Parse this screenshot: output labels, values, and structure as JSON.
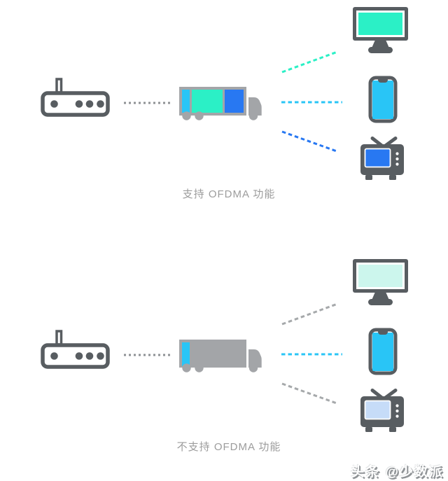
{
  "sections": {
    "supported": {
      "caption": "支持 OFDMA 功能",
      "truck_cargo_blocks": [
        "phone-data-cyan",
        "monitor-data-green",
        "tv-data-blue"
      ]
    },
    "unsupported": {
      "caption": "不支持 OFDMA 功能",
      "truck_cargo_blocks": [
        "phone-data-cyan"
      ]
    }
  },
  "watermark": {
    "text": "头条 @少数派"
  },
  "icons": [
    "router-icon",
    "delivery-truck-icon",
    "monitor-icon",
    "smartphone-icon",
    "tv-icon"
  ],
  "colors": {
    "icon_dark": "#585D61",
    "icon_gray": "#A3A5A8",
    "dotted_gray": "#8E9194",
    "dash_gray": "#A6A9AB",
    "green": "#2BF0C6",
    "cyan": "#29C5F6",
    "blue": "#2878F2",
    "green_pale": "#CCF6ED",
    "blue_pale": "#C6DCF8",
    "caption_text": "#9C9C9C",
    "watermark_shadow": "#8F9396"
  }
}
